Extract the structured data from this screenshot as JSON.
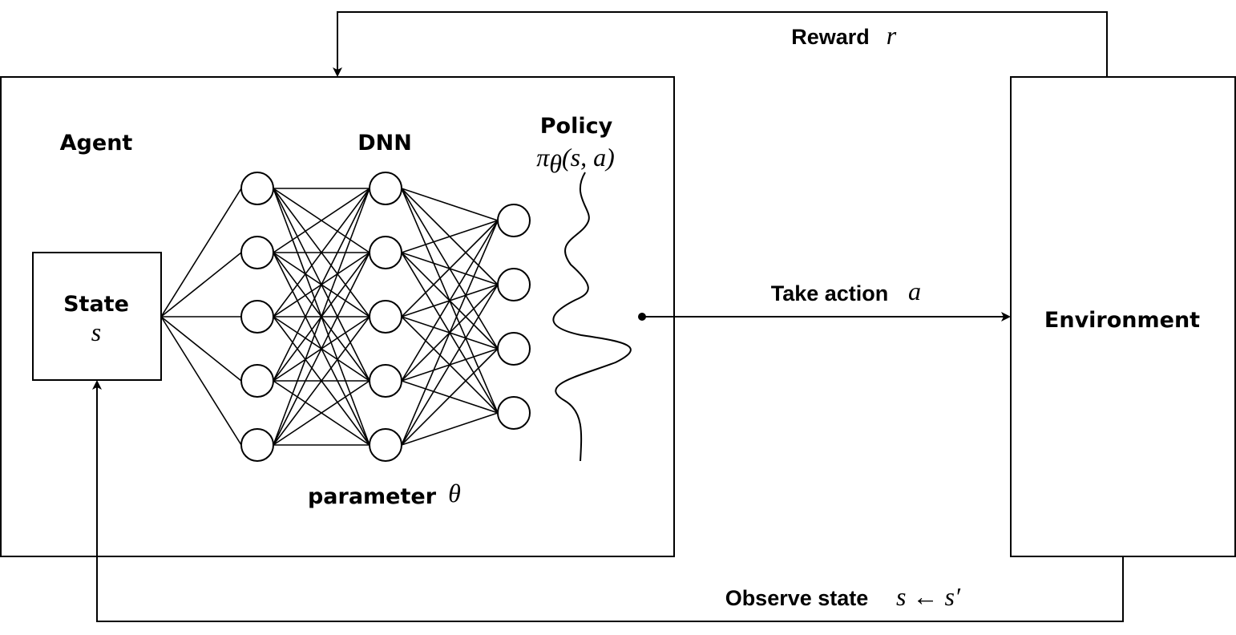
{
  "agent": {
    "label": "Agent",
    "dnn_label": "DNN",
    "policy_label": "Policy",
    "policy_formula": {
      "pi": "π",
      "sub": "θ",
      "args": "(s, a)"
    },
    "parameter_label": "parameter",
    "parameter_symbol": "θ"
  },
  "state_box": {
    "label": "State",
    "symbol": "s"
  },
  "environment": {
    "label": "Environment"
  },
  "arrows": {
    "reward": {
      "label": "Reward",
      "symbol": "r"
    },
    "action": {
      "label": "Take action",
      "symbol": "a"
    },
    "observe": {
      "label": "Observe state",
      "symbol": "s ← s′"
    }
  },
  "network": {
    "layer_sizes": [
      5,
      5,
      4
    ],
    "input_fan": 5
  },
  "colors": {
    "stroke": "#000000",
    "background": "#ffffff"
  }
}
